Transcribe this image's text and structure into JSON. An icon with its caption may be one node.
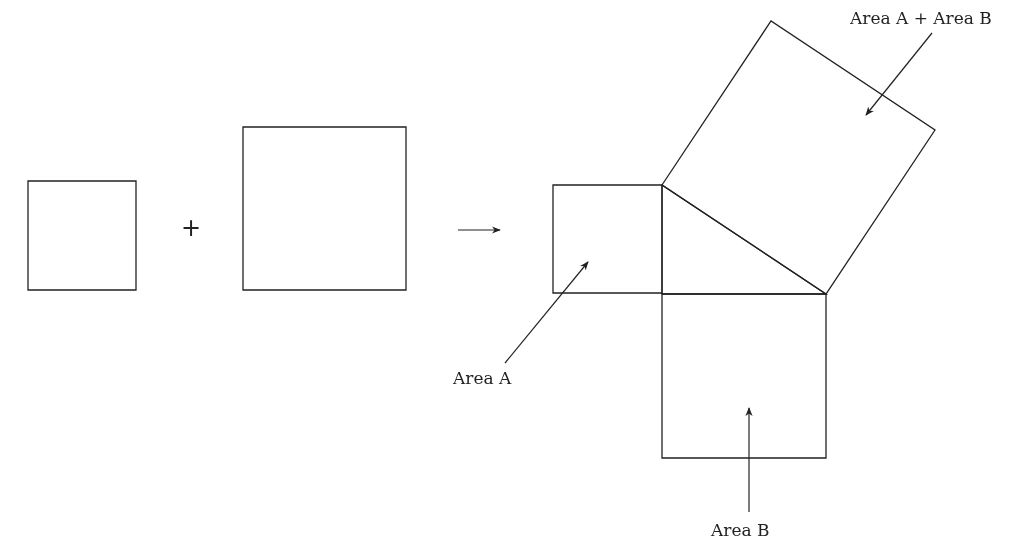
{
  "diagram": {
    "nodes": [
      {
        "text": [],
        "shape": "box"
      },
      {
        "text": [],
        "shape": "box"
      },
      {
        "text": [],
        "shape": "box"
      },
      {
        "text": [],
        "shape": "box"
      },
      {
        "text": [],
        "shape": "triangle"
      },
      {
        "text": [],
        "shape": "box"
      },
      {
        "text": [
          "Area A"
        ]
      },
      {
        "text": [
          "Area B"
        ]
      },
      {
        "text": [
          "Area A + Area B"
        ]
      }
    ],
    "edges": [
      {
        "from": 1,
        "to": 2,
        "arrow": "to"
      },
      {
        "from": 6,
        "to": 2,
        "arrow": "to"
      },
      {
        "from": 7,
        "to": 3,
        "arrow": "to"
      },
      {
        "from": 8,
        "to": 5,
        "arrow": "to"
      }
    ],
    "labels": [
      "+"
    ]
  }
}
